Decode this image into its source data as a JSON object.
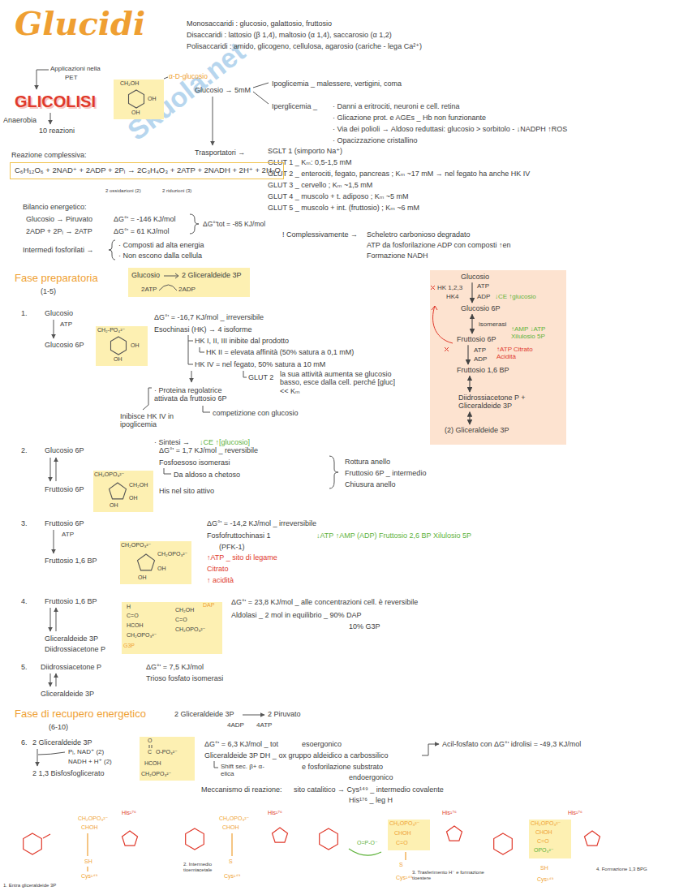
{
  "diagram": {
    "title": "Glucidi",
    "nodes": [
      {
        "text": [
          "CH₂OH",
          "OH",
          "OH"
        ]
      },
      {
        "text": [
          "C₆H₁₂O₆ + 2NAD⁺ + 2ADP + 2Pᵢ → 2C₃H₄O₃ + 2ATP + 2NADH + 2H⁺ + 2H₂O"
        ]
      },
      {
        "text": [
          "Glucosio",
          "2 Gliceraldeide 3P",
          "2ATP",
          "2ADP"
        ]
      },
      {
        "text": [
          "HK 1,2,3",
          "ATP",
          "HK4",
          "ADP",
          "↓CE ↑glucosio",
          "isomerasi",
          "ATP",
          "ADP",
          "↑AMP ↓ATP Xilulosio 5P",
          "↑ATP Citrato Acidità"
        ]
      },
      {
        "text": [
          "Glucosio"
        ],
        "in": 3
      },
      {
        "text": [
          "Glucosio 6P"
        ],
        "in": 3
      },
      {
        "text": [
          "Fruttosio 6P"
        ],
        "in": 3
      },
      {
        "text": [
          "Fruttosio 1,6 BP"
        ],
        "in": 3
      },
      {
        "text": [
          "Diidrossiacetone P + Gliceraldeide 3P"
        ],
        "in": 3
      },
      {
        "text": [
          "(2) Gliceraldeide 3P"
        ],
        "in": 3
      },
      {
        "text": [
          "CH₂-PO₄²⁻",
          "OH",
          "OH"
        ]
      },
      {
        "text": [
          "CH₂OPO₃²⁻",
          "CH₂OH",
          "OH",
          "OH"
        ]
      },
      {
        "text": [
          "CH₂OPO₃²⁻",
          "CH₂OPO₃²⁻",
          "OH",
          "OH"
        ]
      },
      {
        "text": [
          "DAP",
          "H",
          "C=O",
          "HCOH",
          "CH₂OPO₃²⁻",
          "G3P",
          "CH₂OH",
          "C=O",
          "CH₂OPO₃²⁻"
        ]
      },
      {
        "text": [
          "O",
          "C",
          "O-PO₃²⁻",
          "HCOH",
          "CH₂OPO₃²⁻"
        ]
      },
      {
        "text": [
          "CH₂OPO₃²⁻",
          "CHOH",
          "C=O"
        ]
      },
      {
        "text": [
          "CH₂OPO₃²⁻",
          "CHOH",
          "C=O",
          "OPO₃²⁻"
        ]
      }
    ],
    "edges": [
      {
        "from": 4,
        "to": 5,
        "arrow": "to"
      },
      {
        "from": 5,
        "to": 6,
        "arrow": "both"
      },
      {
        "from": 6,
        "to": 7,
        "arrow": "to"
      },
      {
        "from": 7,
        "to": 8,
        "arrow": "both"
      },
      {
        "from": 8,
        "to": 9,
        "arrow": "both"
      }
    ],
    "labels": [
      "Monosaccaridi : glucosio, galattosio, fruttosio",
      "Disaccaridi : lattosio (β 1,4), maltosio (α 1,4), saccarosio (α 1,2)",
      "Polisaccaridi : amido, glicogeno, cellulosa, agarosio (cariche - lega Ca²⁺)",
      "Applicazioni nella",
      "PET",
      "GLICOLISI",
      "α-D-glucosio",
      "Glucosio → 5mM",
      "Ipoglicemia _ malessere, vertigini, coma",
      "Iperglicemia _",
      "· Danni a eritrociti, neuroni e cell. retina",
      "· Glicazione prot. e AGEs _ Hb non funzionante",
      "· Via dei polioli → Aldoso reduttasi: glucosio > sorbitolo - ↓NADPH ↑ROS",
      "· Opacizzazione cristallino",
      "Anaerobia",
      "10 reazioni",
      "Reazione complessiva:",
      "Trasportatori →",
      "SGLT 1 (simporto Na⁺)",
      "GLUT 1 _ Kₘ: 0,5-1,5 mM",
      "GLUT 2 _ enterociti, fegato, pancreas ; Kₘ ~17 mM → nel fegato ha anche HK IV",
      "GLUT 3 _ cervello ; Kₘ ~1,5 mM",
      "GLUT 4 _ muscolo + t. adiposo ; Kₘ ~5 mM",
      "GLUT 5 _ muscolo + int. (fruttosio) ; Kₘ ~6 mM",
      "2 ossidazioni (2)",
      "2 riduzioni (3)",
      "Bilancio energetico:",
      "Glucosio → Piruvato",
      "ΔG°' = -146 KJ/mol",
      "2ADP + 2Pᵢ → 2ATP",
      "ΔG°' = 61 KJ/mol",
      "ΔG°'tot = -85 KJ/mol",
      "! Complessivamente →",
      "Scheletro carbonioso degradato",
      "ATP da fosforilazione ADP con composti ↑en",
      "Formazione NADH",
      "Intermedi fosforilati →",
      "· Composti ad alta energia",
      "· Non escono dalla cellula",
      "Fase preparatoria",
      "(1-5)",
      "1.",
      "Glucosio",
      "ATP",
      "Glucosio 6P",
      "ΔG°' = -16,7 KJ/mol _ irreversibile",
      "Esochinasi (HK) → 4 isoforme",
      "HK I, II, III inibite dal prodotto",
      "HK II = elevata affinità (50% satura a 0,1 mM)",
      "HK IV = nel fegato, 50% satura a 10 mM",
      "GLUT 2",
      "la sua attività aumenta se glucosio basso, esce dalla cell. perché [gluc] << Kₘ",
      "· Proteina regolatrice attivata da fruttosio 6P",
      "competizione con glucosio",
      "Inibisce HK IV in ipoglicemia",
      "· Sintesi →",
      "↓CE ↑[glucosio]",
      "2.",
      "Glucosio 6P",
      "Fruttosio 6P",
      "ΔG°' = 1,7 KJ/mol _ reversibile",
      "Fosfoesoso isomerasi",
      "Da aldoso a chetoso",
      "His nel sito attivo",
      "Rottura anello",
      "Fruttosio 6P _ intermedio",
      "Chiusura anello",
      "3.",
      "Fruttosio 6P",
      "ATP",
      "Fruttosio 1,6 BP",
      "ΔG°' = -14,2 KJ/mol _ irreversibile",
      "Fosfofruttochinasi 1",
      "(PFK-1)",
      "↓ATP ↑AMP (ADP) Fruttosio 2,6 BP Xilulosio 5P",
      "↑ATP _ sito di legame",
      "Citrato",
      "↑ acidità",
      "4.",
      "Fruttosio 1,6 BP",
      "Gliceraldeide 3P",
      "Diidrossiacetone P",
      "ΔG°' = 23,8 KJ/mol _ alle concentrazioni cell. è reversibile",
      "Aldolasi _ 2 mol in equilibrio _ 90% DAP",
      "10% G3P",
      "5.",
      "Diidrossiacetone P",
      "Gliceraldeide 3P",
      "ΔG°' = 7,5 KJ/mol",
      "Trioso fosfato isomerasi",
      "Fase di recupero energetico",
      "(6-10)",
      "2 Gliceraldeide 3P",
      "2 Piruvato",
      "4ADP",
      "4ATP",
      "6.",
      "2 Gliceraldeide 3P",
      "Pᵢ, NAD⁺ (2)",
      "NADH + H⁺ (2)",
      "2 1,3 Bisfosfoglicerato",
      "ΔG°' = 6,3 KJ/mol _ tot",
      "esoergonico",
      "Gliceraldeide 3P DH _ ox gruppo aldeidico a carbossilico",
      "Acil-fosfato con ΔG°' idrolisi = -49,3 KJ/mol",
      "Shift sec. β+ α-elica",
      "e fosforilazione substrato",
      "endoergonico",
      "Meccanismo di reazione:",
      "sito catalitico → Cys¹⁴⁹ _ intermedio covalente",
      "His¹⁷⁶ _ leg H",
      "His¹⁷⁶",
      "CH₂OPO₃²⁻",
      "CHOH",
      "SH",
      "Cys¹⁴⁹",
      "1. Entra gliceraldeide 3P",
      "His¹⁷⁶",
      "CH₂OPO₃²⁻",
      "CHOH",
      "S",
      "Cys¹⁴⁹",
      "2. Intermedio tioemiacetale",
      "His¹⁷⁶",
      "O=P-O⁻",
      "S",
      "Cys¹⁴⁹",
      "3. Trasferimento H⁻ e formazione tioestere",
      "His¹⁷⁶",
      "SH",
      "Cys¹⁴⁹",
      "4. Formazione 1,3 BPG",
      "Skuola.net"
    ]
  }
}
